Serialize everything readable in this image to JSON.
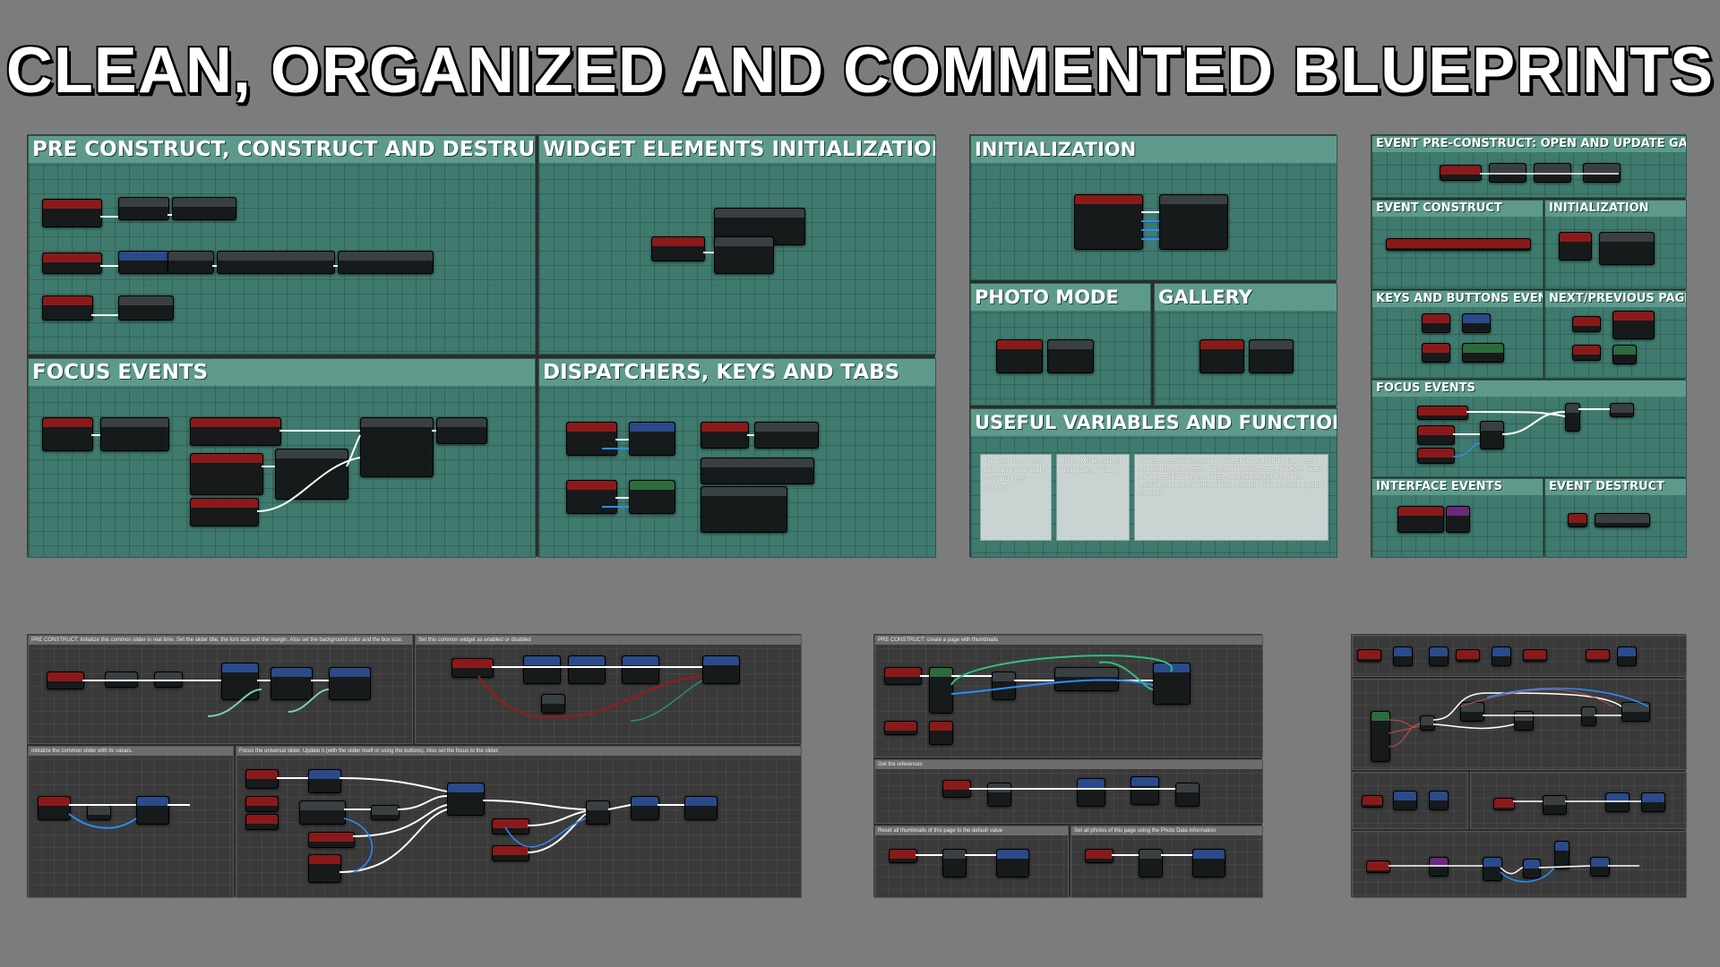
{
  "title": "CLEAN, ORGANIZED AND COMMENTED BLUEPRINTS",
  "panel1": {
    "pre_construct": "PRE CONSTRUCT, CONSTRUCT AND DESTRUCT",
    "widget_elements": "WIDGET ELEMENTS INITIALIZATION",
    "focus_events": "FOCUS EVENTS",
    "dispatchers": "DISPATCHERS, KEYS AND TABS"
  },
  "panel2": {
    "initialization": "INITIALIZATION",
    "photo_mode": "PHOTO MODE",
    "gallery": "GALLERY",
    "useful": "USEFUL VARIABLES AND FUNCTIONS",
    "var_text_1": "You can use these values in your code to avoid keys conflicts",
    "var_text_2": "Photo Mode widget and Gallery widget",
    "var_text_3": "You can use this function to hide/show your HUD (like health and stamina bars etc). Advanced Photo Mode, however, hides any type of HUD in the photo automatically (if the photo resolution option is different from default without using a global function)"
  },
  "panel3": {
    "pre_construct_gallery": "EVENT PRE-CONSTRUCT: OPEN AND UPDATE GALLERY",
    "event_construct": "EVENT CONSTRUCT",
    "initialization": "INITIALIZATION",
    "keys_buttons": "KEYS AND BUTTONS EVENTS",
    "next_prev": "NEXT/PREVIOUS PAGE",
    "focus_events": "FOCUS EVENTS",
    "interface_events": "INTERFACE EVENTS",
    "event_destruct": "EVENT DESTRUCT"
  },
  "shots": {
    "s1a": "PRE CONSTRUCT: Initialize this common slider in real time. Set the slider title, the font size and the margin. Also set the background color and the box size.",
    "s1b": "Set this common widget as enabled or disabled",
    "s1c": "Initialize the common slider with its values.",
    "s1d": "Focus the universal slider. Update it (with the slider itself or using the buttons). Also set the focus to the slider.",
    "s2a": "PRE CONSTRUCT: create a page with thumbnails",
    "s2b": "Get the references",
    "s2c": "Reset all thumbnails of this page to the default value",
    "s2d": "Set all photos of this page using the Photo Data information"
  },
  "colors": {
    "comment_bg": "#3f7a6e",
    "comment_header": "#5e9a8c",
    "background": "#7c7c7c"
  }
}
